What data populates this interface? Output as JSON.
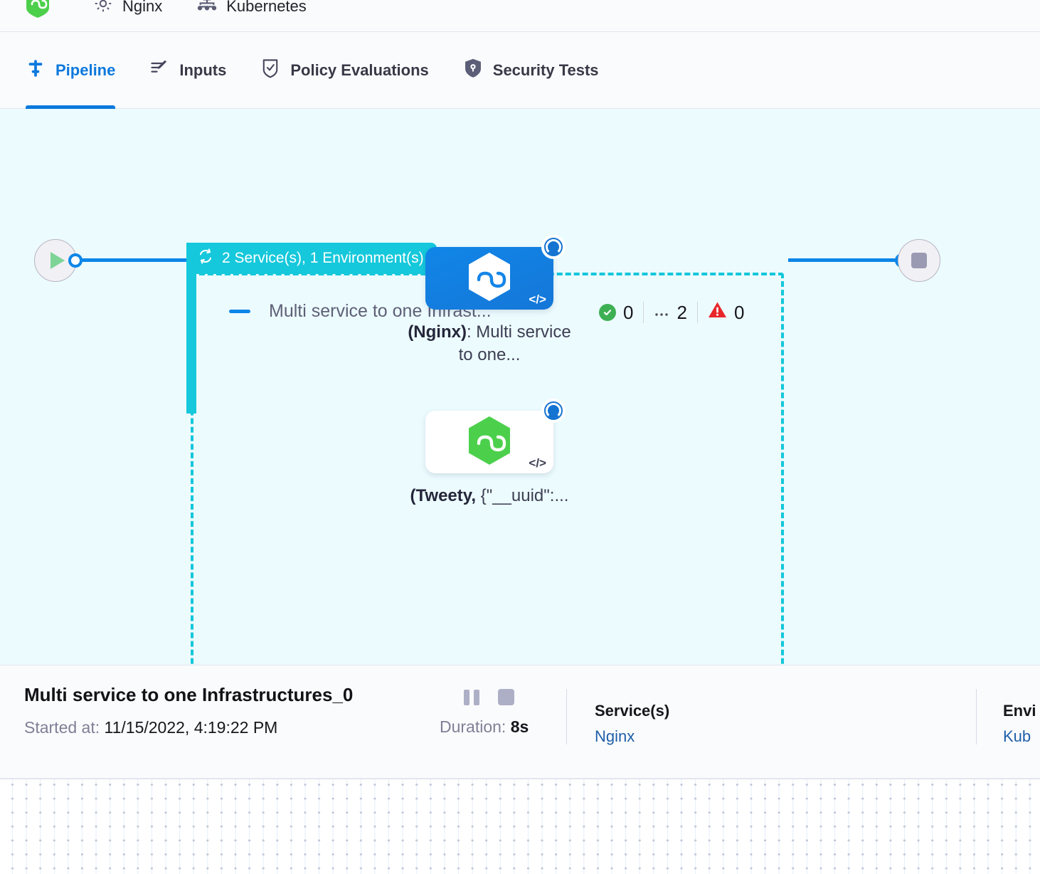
{
  "topbar": {
    "items": [
      {
        "icon": "hexagon-green-logo-icon",
        "label": ""
      },
      {
        "icon": "gear-icon",
        "label": "Nginx"
      },
      {
        "icon": "kubernetes-icon",
        "label": "Kubernetes"
      }
    ]
  },
  "tabs": [
    {
      "id": "pipeline",
      "label": "Pipeline",
      "icon": "pipeline-icon",
      "active": true
    },
    {
      "id": "inputs",
      "label": "Inputs",
      "icon": "inputs-icon",
      "active": false
    },
    {
      "id": "policy-evaluations",
      "label": "Policy Evaluations",
      "icon": "shield-check-icon",
      "active": false
    },
    {
      "id": "security-tests",
      "label": "Security Tests",
      "icon": "shield-security-icon",
      "active": false
    }
  ],
  "pipeline": {
    "group_badge": "2 Service(s), 1 Environment(s)",
    "group_badge_icon": "loop-icon",
    "stage_title": "Multi service to one Infrast...",
    "counts": {
      "success": "0",
      "pending": "2",
      "error": "0",
      "success_icon": "check-circle-icon",
      "pending_icon": "ellipsis-icon",
      "error_icon": "warning-triangle-icon"
    },
    "start_icon": "play-icon",
    "end_icon": "stop-icon",
    "nodes": [
      {
        "id": "nginx-node",
        "theme": "blue",
        "logo": "hexagon-infinity-white-icon",
        "corner_glyph": "</>",
        "status": "running",
        "label_bold": "(Nginx)",
        "label_rest": ": Multi service to one..."
      },
      {
        "id": "tweety-node",
        "theme": "white",
        "logo": "hexagon-infinity-green-icon",
        "corner_glyph": "</>",
        "status": "running",
        "label_bold": "(Tweety,",
        "label_rest": "{\"__uuid\":..."
      }
    ]
  },
  "detail": {
    "title": "Multi service to one Infrastructures_0",
    "started_label": "Started at:",
    "started_value": "11/15/2022, 4:19:22 PM",
    "duration_label": "Duration:",
    "duration_value": "8s",
    "pause_icon": "pause-icon",
    "stop_icon": "stop-square-icon",
    "services_heading": "Service(s)",
    "services_value": "Nginx",
    "environments_heading": "Envi",
    "environments_value": "Kub"
  },
  "colors": {
    "accent_blue": "#0c79dd",
    "teal": "#15c8db",
    "canvas_bg": "#ecfbfe",
    "success_green": "#3eb054",
    "error_red": "#e8262b"
  }
}
